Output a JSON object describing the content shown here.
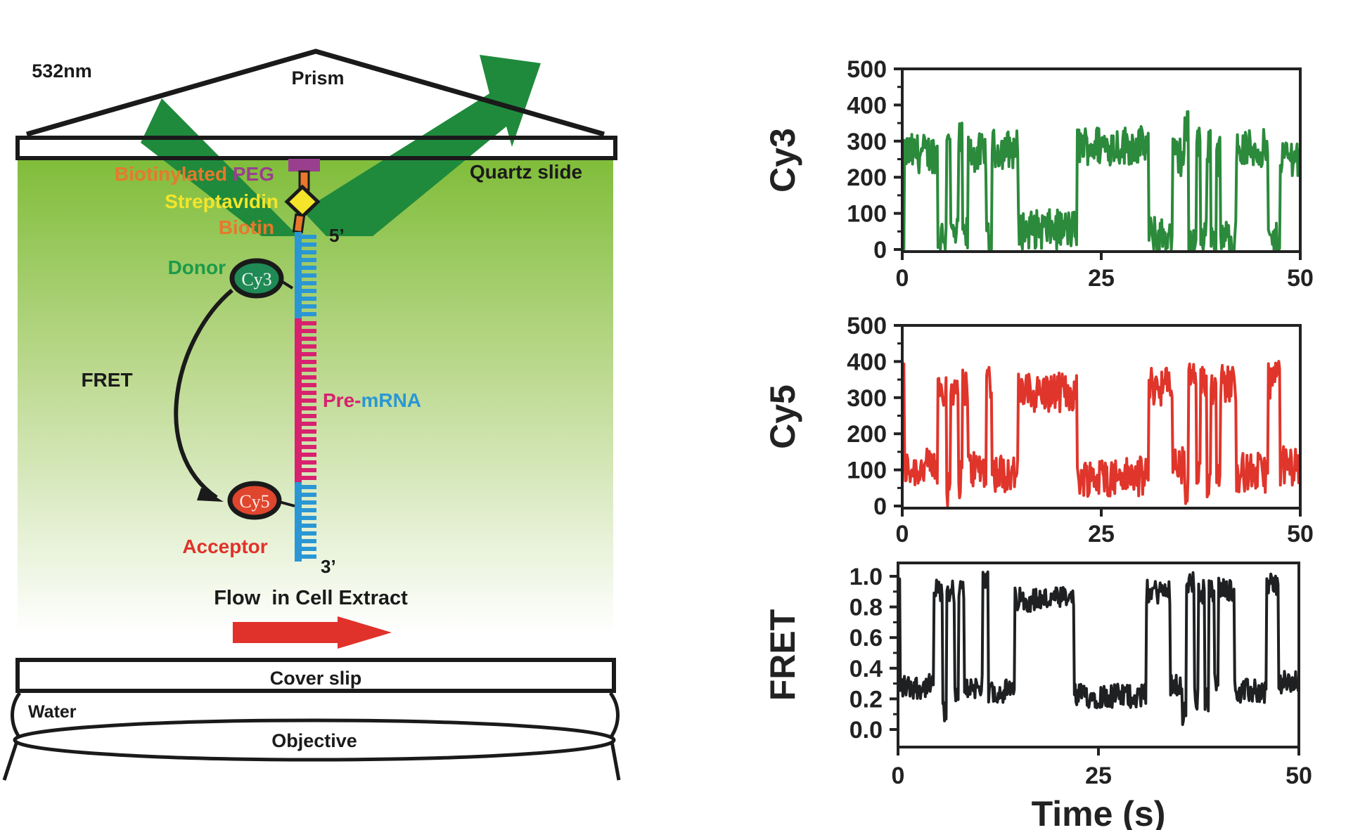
{
  "diagram": {
    "laser_label": "532nm",
    "prism_label": "Prism",
    "slide_label": "Quartz slide",
    "peg_label_a": "Biotinylated ",
    "peg_label_b": "PEG",
    "streptavidin_label": "Streptavidin",
    "biotin_label": "Biotin",
    "five_prime": "5’",
    "three_prime": "3’",
    "donor_label": "Donor",
    "cy3_label": "Cy3",
    "acceptor_label": "Acceptor",
    "cy5_label": "Cy5",
    "fret_label": "FRET",
    "premrna_a": "Pre-",
    "premrna_b": "mRNA",
    "flow_label": "Flow  in Cell Extract",
    "coverslip_label": "Cover slip",
    "water_label": "Water",
    "objective_label": "Objective",
    "colors": {
      "beam": "#1f8a3c",
      "gradient_top": "#80bd3a",
      "orange": "#e8782c",
      "purple": "#9a3f8e",
      "yellow": "#f4e52a",
      "green_text": "#1c9a4a",
      "red": "#e0322a",
      "pink": "#d8216f",
      "blue": "#2a97d4"
    }
  },
  "trace_model": {
    "fret_segments": [
      [
        0,
        0.3,
        0.95
      ],
      [
        0.3,
        4.5,
        0.28
      ],
      [
        4.5,
        5.5,
        0.9
      ],
      [
        5.5,
        6,
        0.1
      ],
      [
        6,
        7,
        0.9
      ],
      [
        7,
        7.5,
        0.2
      ],
      [
        7.5,
        8.2,
        0.9
      ],
      [
        8.2,
        10.5,
        0.28
      ],
      [
        10.5,
        11.2,
        0.95
      ],
      [
        11.2,
        14.5,
        0.25
      ],
      [
        14.5,
        22,
        0.85
      ],
      [
        22,
        31,
        0.22
      ],
      [
        31,
        34,
        0.9
      ],
      [
        34,
        35.5,
        0.3
      ],
      [
        35.5,
        36,
        0.1
      ],
      [
        36,
        37,
        0.95
      ],
      [
        37,
        37.5,
        0.2
      ],
      [
        37.5,
        38.3,
        0.9
      ],
      [
        38.3,
        38.8,
        0.2
      ],
      [
        38.8,
        39.5,
        0.9
      ],
      [
        39.5,
        40,
        0.3
      ],
      [
        40,
        42,
        0.92
      ],
      [
        42,
        46,
        0.25
      ],
      [
        46,
        47.5,
        0.95
      ],
      [
        47.5,
        50,
        0.3
      ]
    ],
    "total_intensity": 370,
    "sample_interval_s": 0.1
  },
  "chart_data": [
    {
      "type": "line",
      "id": "cy3",
      "ylabel": "Cy3",
      "color": "#2b8a3b",
      "xlim": [
        0,
        50
      ],
      "ylim": [
        0,
        500
      ],
      "yticks": [
        "0",
        "100",
        "200",
        "300",
        "400",
        "500"
      ],
      "xticks": [
        "0",
        "25",
        "50"
      ],
      "xlabel": ""
    },
    {
      "type": "line",
      "id": "cy5",
      "ylabel": "Cy5",
      "color": "#e0352b",
      "xlim": [
        0,
        50
      ],
      "ylim": [
        0,
        500
      ],
      "yticks": [
        "0",
        "100",
        "200",
        "300",
        "400",
        "500"
      ],
      "xticks": [
        "0",
        "25",
        "50"
      ],
      "xlabel": ""
    },
    {
      "type": "line",
      "id": "fret",
      "ylabel": "FRET",
      "color": "#1e2022",
      "xlim": [
        0,
        50
      ],
      "ylim": [
        0,
        1
      ],
      "yticks": [
        "0.0",
        "0.2",
        "0.4",
        "0.6",
        "0.8",
        "1.0"
      ],
      "xticks": [
        "0",
        "25",
        "50"
      ],
      "xlabel": "Time (s)"
    }
  ]
}
